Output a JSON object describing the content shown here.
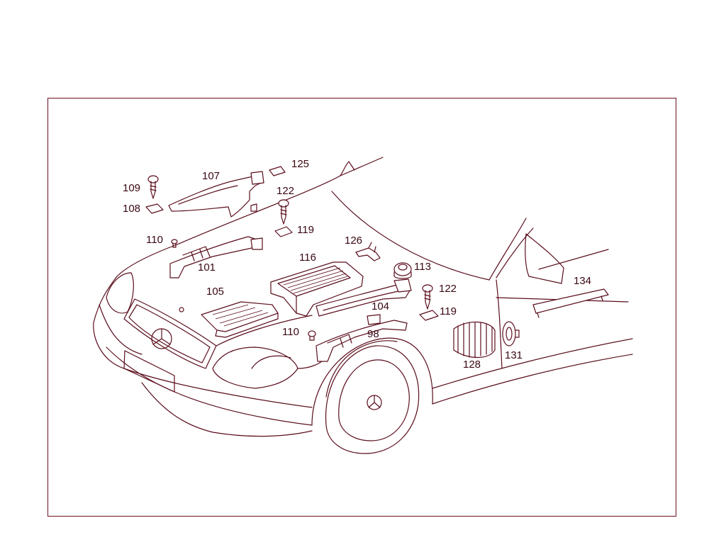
{
  "colors": {
    "line": "#5a0e1c",
    "frame": "#6b1020",
    "label": "#3a0812"
  },
  "callouts": [
    {
      "id": "109",
      "text": "109"
    },
    {
      "id": "108",
      "text": "108"
    },
    {
      "id": "107",
      "text": "107"
    },
    {
      "id": "125",
      "text": "125"
    },
    {
      "id": "122a",
      "text": "122"
    },
    {
      "id": "119a",
      "text": "119"
    },
    {
      "id": "110a",
      "text": "110"
    },
    {
      "id": "101",
      "text": "101"
    },
    {
      "id": "126",
      "text": "126"
    },
    {
      "id": "116",
      "text": "116"
    },
    {
      "id": "113",
      "text": "113"
    },
    {
      "id": "105",
      "text": "105"
    },
    {
      "id": "122b",
      "text": "122"
    },
    {
      "id": "104",
      "text": "104"
    },
    {
      "id": "119b",
      "text": "119"
    },
    {
      "id": "134",
      "text": "134"
    },
    {
      "id": "110b",
      "text": "110"
    },
    {
      "id": "98",
      "text": "98"
    },
    {
      "id": "128",
      "text": "128"
    },
    {
      "id": "131",
      "text": "131"
    }
  ]
}
